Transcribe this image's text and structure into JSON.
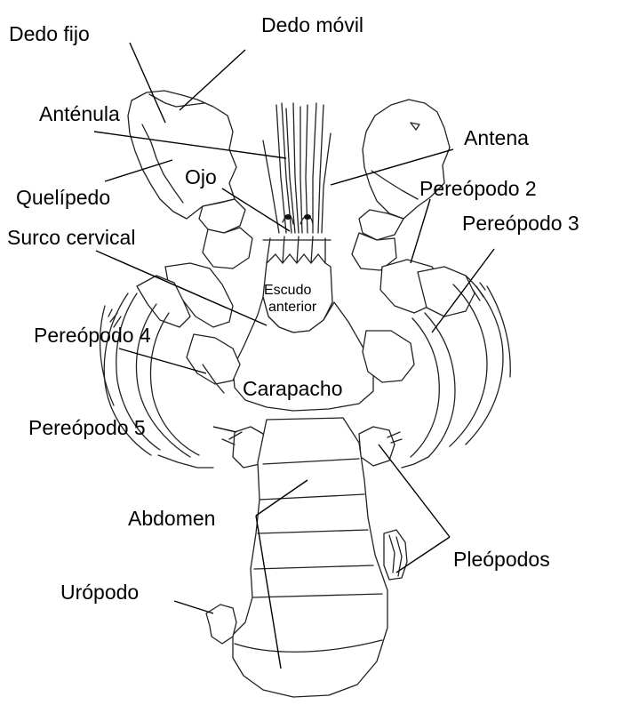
{
  "diagram": {
    "labels": {
      "dedo_fijo": "Dedo fijo",
      "dedo_movil": "Dedo móvil",
      "antenula": "Anténula",
      "antena": "Antena",
      "ojo": "Ojo",
      "quelipedo": "Quelípedo",
      "pereopodo_2": "Pereópodo 2",
      "pereopodo_3": "Pereópodo 3",
      "surco_cervical": "Surco cervical",
      "escudo_1": "Escudo",
      "escudo_2": "anterior",
      "pereopodo_4": "Pereópodo 4",
      "carapacho": "Carapacho",
      "pereopodo_5": "Pereópodo 5",
      "abdomen": "Abdomen",
      "pleopodos": "Pleópodos",
      "uropodo": "Urópodo"
    }
  }
}
